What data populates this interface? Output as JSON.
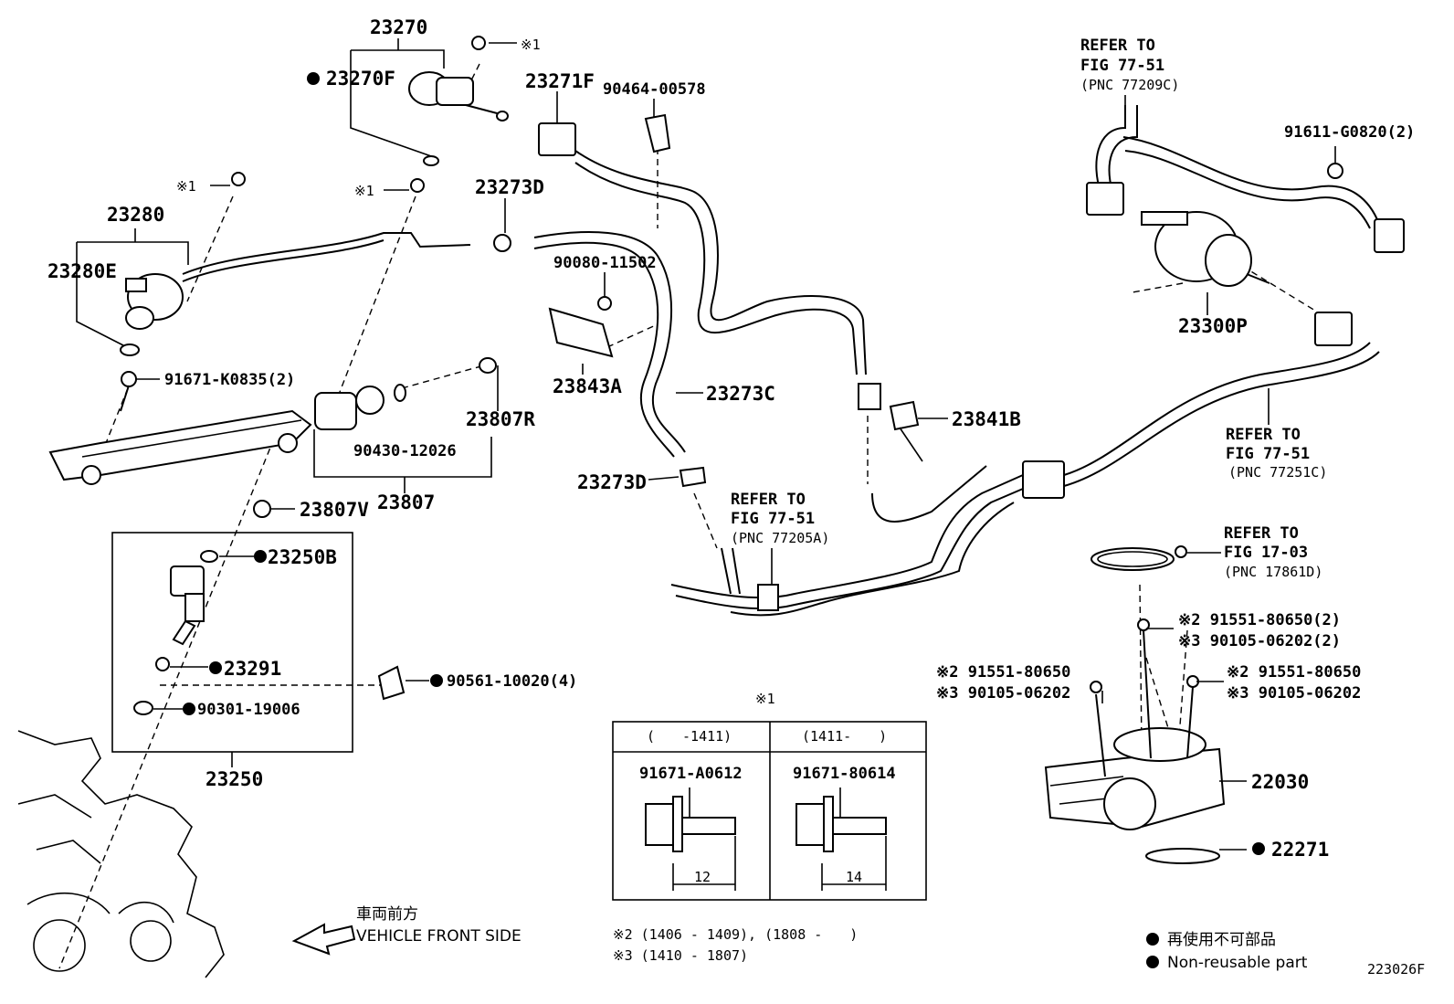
{
  "parts": {
    "p23270": "23270",
    "p23270F": "23270F",
    "p23271F": "23271F",
    "p90464": "90464-00578",
    "p23273D_top": "23273D",
    "p23280": "23280",
    "p23280E": "23280E",
    "p91671K": "91671-K0835(2)",
    "p90080": "90080-11502",
    "p23843A": "23843A",
    "p23273C": "23273C",
    "p23807R": "23807R",
    "p90430": "90430-12026",
    "p23807": "23807",
    "p23807V": "23807V",
    "p23273D_bot": "23273D",
    "p23841B": "23841B",
    "p23250B": "23250B",
    "p23291": "23291",
    "p90561": "90561-10020(4)",
    "p90301": "90301-19006",
    "p23250": "23250",
    "p23300P": "23300P",
    "p91611": "91611-G0820(2)",
    "p22030": "22030",
    "p22271": "22271"
  },
  "marks": {
    "m1": "※1"
  },
  "refs": {
    "r1": [
      "REFER TO",
      "FIG 77-51",
      "(PNC 77209C)"
    ],
    "r2": [
      "REFER TO",
      "FIG 77-51",
      "(PNC 77251C)"
    ],
    "r3": [
      "REFER TO",
      "FIG 77-51",
      "(PNC 77205A)"
    ],
    "r4": [
      "REFER TO",
      "FIG 17-03",
      "(PNC 17861D)"
    ]
  },
  "bolts": {
    "b_right_top_1": "※2 91551-80650(2)",
    "b_right_top_2": "※3 90105-06202(2)",
    "b_left_1": "※2 91551-80650",
    "b_left_2": "※3 90105-06202",
    "b_right_1": "※2 91551-80650",
    "b_right_2": "※3 90105-06202"
  },
  "table": {
    "mark": "※1",
    "col1_header": "(　　-1411)",
    "col2_header": "(1411-　　)",
    "col1_part": "91671-A0612",
    "col2_part": "91671-80614",
    "col1_dim": "12",
    "col2_dim": "14"
  },
  "notes": {
    "n2": "※2 (1406 - 1409), (1808 -　　)",
    "n3": "※3 (1410 - 1807)"
  },
  "front": {
    "jp": "車両前方",
    "en": "VEHICLE FRONT SIDE"
  },
  "legend": {
    "jp": "再使用不可部品",
    "en": "Non-reusable part"
  },
  "figure_id": "223026F"
}
